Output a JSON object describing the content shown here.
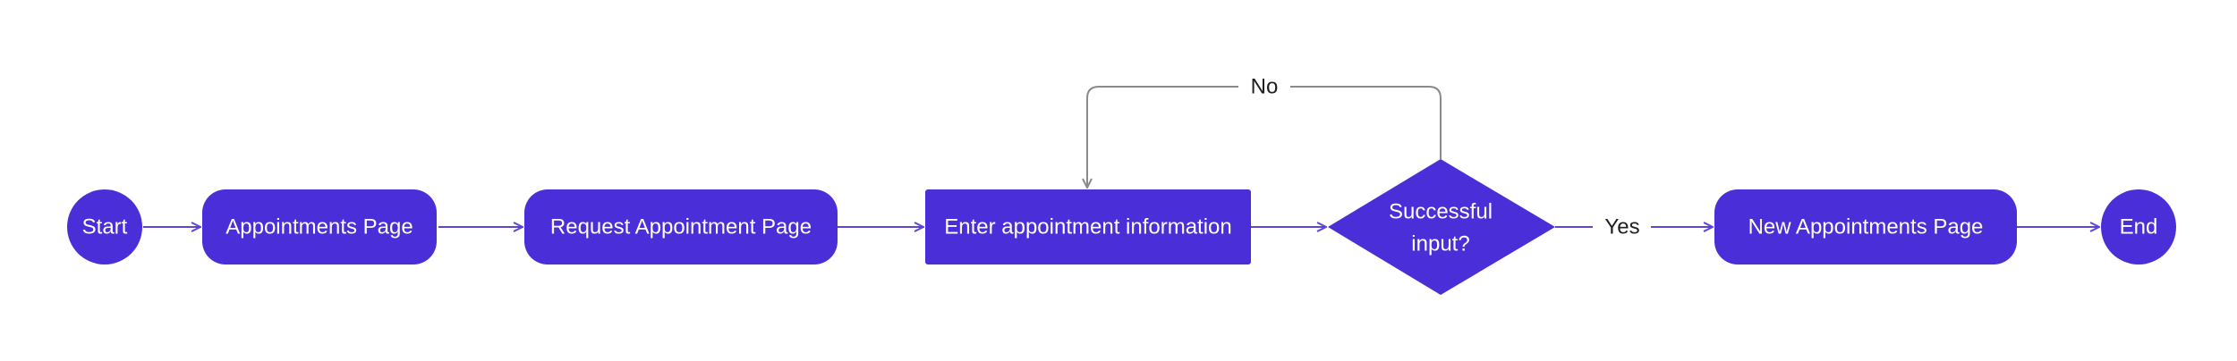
{
  "colors": {
    "node_fill": "#4a2fd8",
    "node_text": "#ffffff",
    "edge_main": "#5b46d6",
    "edge_loop": "#8a8a8a",
    "label_text": "#1f1f1f",
    "background": "#ffffff"
  },
  "nodes": {
    "start": {
      "label": "Start",
      "shape": "circle"
    },
    "appointments_page": {
      "label": "Appointments Page",
      "shape": "rounded-rectangle"
    },
    "request_appointment_page": {
      "label": "Request Appointment Page",
      "shape": "rounded-rectangle"
    },
    "enter_info": {
      "label": "Enter appointment information",
      "shape": "rectangle"
    },
    "decision": {
      "label_line1": "Successful",
      "label_line2": "input?",
      "shape": "diamond"
    },
    "new_appointments_page": {
      "label": "New Appointments Page",
      "shape": "rounded-rectangle"
    },
    "end": {
      "label": "End",
      "shape": "circle"
    }
  },
  "edges": {
    "no_label": "No",
    "yes_label": "Yes"
  }
}
